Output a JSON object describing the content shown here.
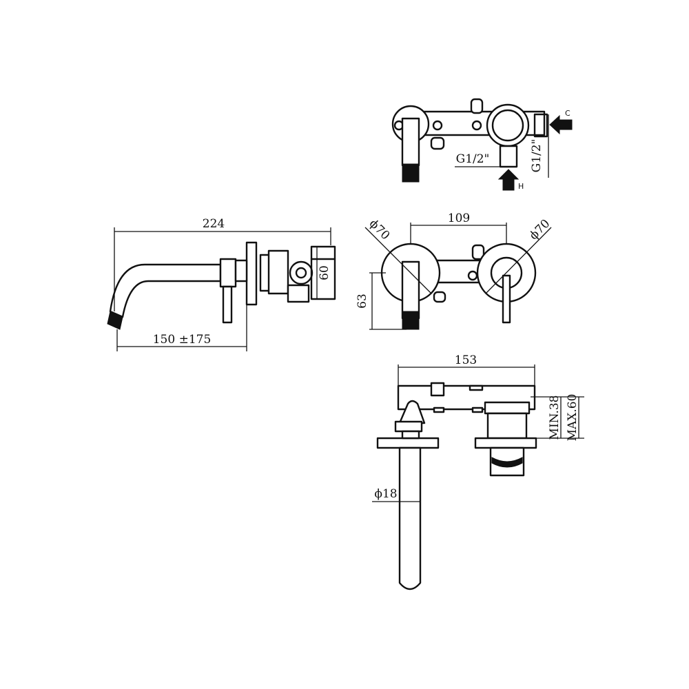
{
  "colors": {
    "line": "#111111",
    "background": "#ffffff"
  },
  "side_view": {
    "overall_length": "224",
    "spout_projection": "150 ±175",
    "height": "60"
  },
  "top_view": {
    "inlet_front": "G1/2\"",
    "inlet_side": "G1/2\"",
    "cold_marker": "C",
    "hot_marker": "H"
  },
  "front_view": {
    "center_distance": "109",
    "left_plate_diameter": "ϕ70",
    "right_plate_diameter": "ϕ70",
    "spout_height": "63"
  },
  "bottom_view": {
    "body_width": "153",
    "wall_depth_min": "MIN.38",
    "wall_depth_max": "MAX.60",
    "spout_diameter": "ϕ18"
  }
}
